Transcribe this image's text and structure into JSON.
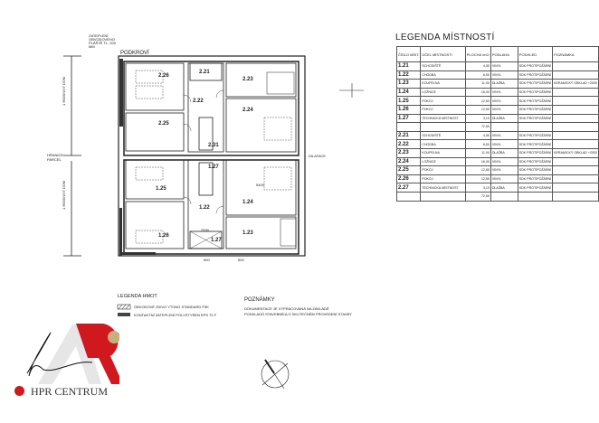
{
  "plan": {
    "floor_label": "PODKROVÍ",
    "insulation_note": "ZATEPLENÍ OBVODOVÉHO PLÁŠTĚ TL. 200 MM",
    "house_label_upper": "1 RODINNÝ DŮM",
    "house_label_lower": "1 RODINNÝ DŮM",
    "parcel_boundary": "HRANICE PARCEL",
    "expansion_joint": "DILATACE",
    "rooms_upper": [
      "2.26",
      "2.21",
      "2.23",
      "2.22",
      "2.24",
      "2.25",
      "2.31"
    ],
    "rooms_lower": [
      "1.25",
      "1.27",
      "1.22",
      "1.24",
      "1.26",
      "1.23",
      "1.27"
    ],
    "dims": [
      "5400",
      "500",
      "500",
      "2530"
    ]
  },
  "legend_rooms": {
    "title": "LEGENDA MÍSTNOSTÍ",
    "headers": [
      "ČÍSLO MÍST.",
      "ÚČEL MÍSTNOSTI",
      "PLOCHA /m2/",
      "PODLAHA",
      "PODHLED",
      "POZNÁMKA"
    ],
    "rows": [
      [
        "1.21",
        "SCHODIŠTĚ",
        "4,50",
        "VINYL",
        "SDK PROTIPOŽÁRNÍ",
        ""
      ],
      [
        "1.22",
        "CHODBA",
        "8,50",
        "VINYL",
        "SDK PROTIPOŽÁRNÍ",
        ""
      ],
      [
        "1.23",
        "KOUPELNA",
        "11,00",
        "DLAŽBA",
        "SDK PROTIPOŽÁRNÍ",
        "KERAMICKÝ OBKLAD +2000"
      ],
      [
        "1.24",
        "LOŽNICE",
        "16,00",
        "VINYL",
        "SDK PROTIPOŽÁRNÍ",
        ""
      ],
      [
        "1.25",
        "POKOJ",
        "12,60",
        "VINYL",
        "SDK PROTIPOŽÁRNÍ",
        ""
      ],
      [
        "1.26",
        "POKOJ",
        "12,50",
        "VINYL",
        "SDK PROTIPOŽÁRNÍ",
        ""
      ],
      [
        "1.27",
        "TECHNICKÁ MÍSTNOST",
        "3,10",
        "DLAŽBA",
        "SDK PROTIPOŽÁRNÍ",
        ""
      ],
      [
        "",
        "",
        "72,50",
        "",
        "",
        ""
      ],
      [
        "2.21",
        "SCHODIŠTĚ",
        "4,50",
        "VINYL",
        "SDK PROTIPOŽÁRNÍ",
        ""
      ],
      [
        "2.22",
        "CHODBA",
        "8,50",
        "VINYL",
        "SDK PROTIPOŽÁRNÍ",
        ""
      ],
      [
        "2.23",
        "KOUPELNA",
        "11,00",
        "DLAŽBA",
        "SDK PROTIPOŽÁRNÍ",
        "KERAMICKÝ OBKLAD +2000"
      ],
      [
        "2.24",
        "LOŽNICE",
        "16,00",
        "VINYL",
        "SDK PROTIPOŽÁRNÍ",
        ""
      ],
      [
        "2.25",
        "POKOJ",
        "12,60",
        "VINYL",
        "SDK PROTIPOŽÁRNÍ",
        ""
      ],
      [
        "2.26",
        "POKOJ",
        "12,50",
        "VINYL",
        "SDK PROTIPOŽÁRNÍ",
        ""
      ],
      [
        "2.27",
        "TECHNICKÁ MÍSTNOST",
        "3,10",
        "DLAŽBA",
        "SDK PROTIPOŽÁRNÍ",
        ""
      ],
      [
        "",
        "",
        "72,50",
        "",
        "",
        ""
      ]
    ]
  },
  "legend_mass": {
    "title": "LEGENDA HMOT",
    "items": [
      "OBVODOVÉ ZDIVO YTONG STANDARD P3K",
      "KONTAKTNÍ ZATEPLENÍ POLYSTYREN EPS 70 F"
    ]
  },
  "notes": {
    "title": "POZNÁMKY",
    "lines": [
      "DOKUMENTACE JE VYPRACOVANÁ NA ZÁKLADĚ",
      "PODKLADŮ STAVEBNÍKA O SKUTEČNÉM PROVEDENÍ STAVBY"
    ]
  },
  "logo": {
    "text": "HPR CENTRUM",
    "red": "#d0181f",
    "gold": "#c9ae7e",
    "grey": "#e6e6e6"
  }
}
